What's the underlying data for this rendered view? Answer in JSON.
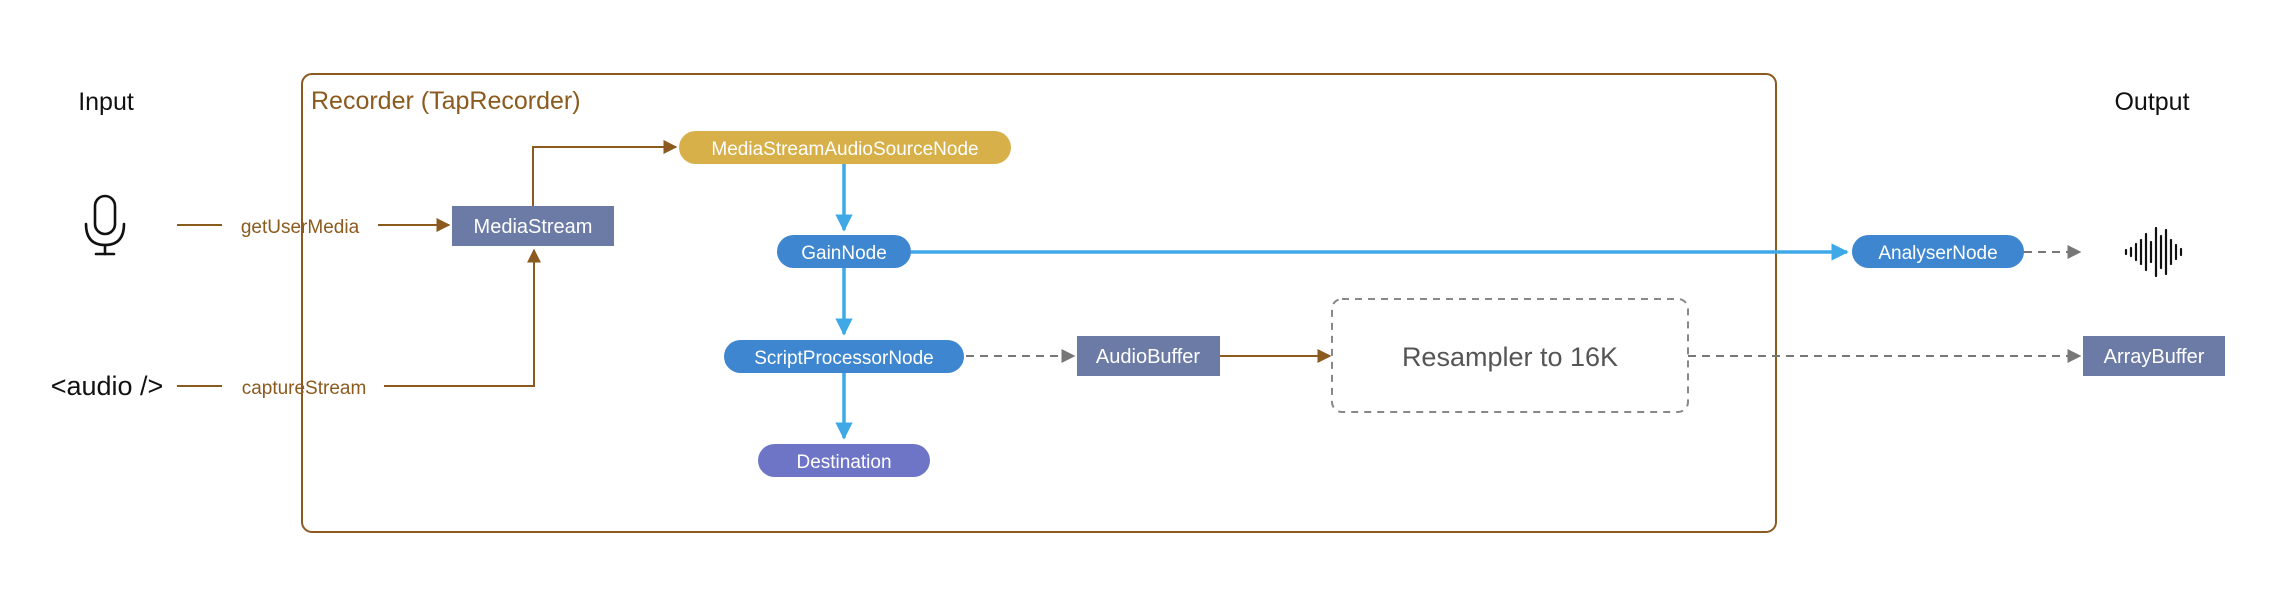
{
  "sections": {
    "input": "Input",
    "output": "Output",
    "recorder": "Recorder (TapRecorder)"
  },
  "sources": {
    "audio_tag": "<audio />",
    "mic_icon": "microphone-icon"
  },
  "edges": {
    "get_user_media": "getUserMedia",
    "capture_stream": "captureStream"
  },
  "nodes": {
    "media_stream": "MediaStream",
    "source_node": "MediaStreamAudioSourceNode",
    "gain_node": "GainNode",
    "script_processor": "ScriptProcessorNode",
    "destination": "Destination",
    "audio_buffer": "AudioBuffer",
    "resampler": "Resampler to 16K",
    "analyser_node": "AnalyserNode",
    "array_buffer": "ArrayBuffer"
  },
  "icons": {
    "waveform": "waveform-icon"
  },
  "colors": {
    "brown": "#8B5A1E",
    "blue_arrow": "#3FA9E8",
    "node_blue": "#3E86CF",
    "node_gold": "#D8B04A",
    "node_purple": "#6E74C6",
    "box_slate": "#6C7BA6",
    "gray": "#777777"
  }
}
